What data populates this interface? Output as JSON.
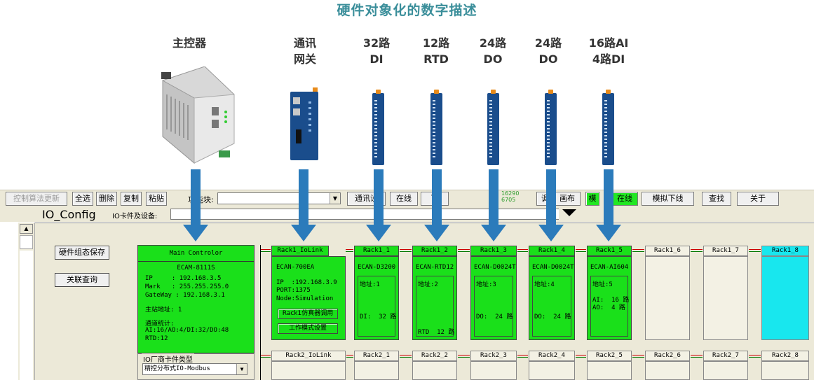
{
  "page_title": "硬件对象化的数字描述",
  "devices": [
    {
      "label": "主控器"
    },
    {
      "label": "通讯\n网关"
    },
    {
      "label": "32路\nDI"
    },
    {
      "label": "12路\nRTD"
    },
    {
      "label": "24路\nDO"
    },
    {
      "label": "24路\nDO"
    },
    {
      "label": "16路AI\n4路DI"
    }
  ],
  "toolbar": {
    "algo_update": "控制算法更新",
    "select_all": "全选",
    "delete": "删除",
    "copy": "复制",
    "paste": "粘贴",
    "module_label": "功能块:",
    "comm": "通讯设",
    "online": "在线",
    "download": "下",
    "status_line1": "16290",
    "status_line2": "6705",
    "debug": "调",
    "canvas": "画布",
    "sim_online": "模",
    "sim_online2": "在线",
    "sim_download": "模拟下线",
    "find": "查找",
    "about": "关于"
  },
  "io": {
    "title": "IO_Config",
    "card_label": "IO卡件及设备:"
  },
  "side": {
    "save_btn": "硬件组态保存",
    "query_btn": "关联查询"
  },
  "main_controller": {
    "title": "Main Controlor",
    "model": "ECAM-8111S",
    "ip": "IP     : 192.168.3.5",
    "mask": "Mark   : 255.255.255.0",
    "gateway": "GateWay : 192.168.3.1",
    "station": "主站地址: 1",
    "stats_title": "通道统计:",
    "stats_line1": "AI:16/AO:4/DI:32/DO:48",
    "stats_line2": "RTD:12"
  },
  "vendor": {
    "label": "IO厂商卡件类型",
    "value": "精控分布式IO-Modbus"
  },
  "iolink": {
    "title": "Rack1_IoLink",
    "model": "ECAN-700EA",
    "ip": "IP  :192.168.3.9",
    "port": "PORT:1375",
    "node": "Node:Simulation",
    "sim_btn": "Rack1仿真器调用",
    "mode_btn": "工作模式设置"
  },
  "racks1": [
    {
      "title": "Rack1_1",
      "model": "ECAN-D3200",
      "addr": "地址:1",
      "ch1": "DI:  32 路",
      "ch2": ""
    },
    {
      "title": "Rack1_2",
      "model": "ECAN-RTD12",
      "addr": "地址:2",
      "ch1": "RTD  12 路",
      "ch2": ""
    },
    {
      "title": "Rack1_3",
      "model": "ECAN-D0024T",
      "addr": "地址:3",
      "ch1": "DO:  24 路",
      "ch2": ""
    },
    {
      "title": "Rack1_4",
      "model": "ECAN-D0024T",
      "addr": "地址:4",
      "ch1": "DO:  24 路",
      "ch2": ""
    },
    {
      "title": "Rack1_5",
      "model": "ECAN-AI604",
      "addr": "地址:5",
      "ch1": "AI:  16 路",
      "ch2": "AO:  4 路"
    },
    {
      "title": "Rack1_6"
    },
    {
      "title": "Rack1_7"
    },
    {
      "title": "Rack1_8"
    }
  ],
  "racks2": [
    {
      "title": "Rack2_IoLink"
    },
    {
      "title": "Rack2_1"
    },
    {
      "title": "Rack2_2"
    },
    {
      "title": "Rack2_3"
    },
    {
      "title": "Rack2_4"
    },
    {
      "title": "Rack2_5"
    },
    {
      "title": "Rack2_6"
    },
    {
      "title": "Rack2_7"
    },
    {
      "title": "Rack2_8"
    }
  ],
  "colors": {
    "active": "#1ae01a",
    "selected": "#18e7ee",
    "arrow": "#2b7bbb"
  }
}
